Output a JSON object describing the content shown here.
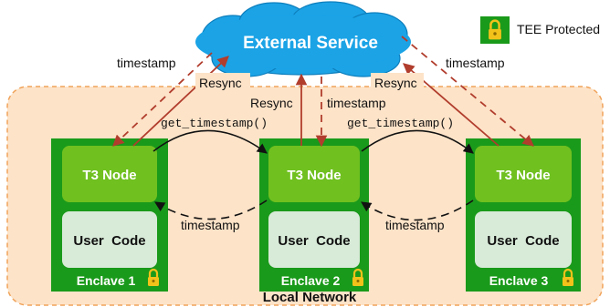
{
  "legend": {
    "label": "TEE Protected",
    "icon": "lock-icon"
  },
  "external_service": {
    "label": "External Service"
  },
  "local_network": {
    "label": "Local Network"
  },
  "enclaves": [
    {
      "label": "Enclave 1",
      "t3_label": "T3 Node",
      "user_label": "User  Code"
    },
    {
      "label": "Enclave 2",
      "t3_label": "T3 Node",
      "user_label": "User  Code"
    },
    {
      "label": "Enclave 3",
      "t3_label": "T3 Node",
      "user_label": "User  Code"
    }
  ],
  "edge_labels": {
    "timestamp_left_top": "timestamp",
    "resync_left": "Resync",
    "resync_center": "Resync",
    "timestamp_center": "timestamp",
    "resync_right": "Resync",
    "timestamp_right_top": "timestamp",
    "get_timestamp_left": "get_timestamp()",
    "get_timestamp_right": "get_timestamp()",
    "timestamp_left_bottom": "timestamp",
    "timestamp_right_bottom": "timestamp"
  },
  "colors": {
    "enclave_green": "#1a9a1a",
    "t3_green": "#70c020",
    "user_code_fill": "#d8ead8",
    "cloud_blue": "#1ba3e6",
    "network_fill": "#fde3c8",
    "network_stroke": "#f0a35a",
    "arrow_red": "#b13d2d",
    "lock_yellow": "#f2c21a"
  }
}
